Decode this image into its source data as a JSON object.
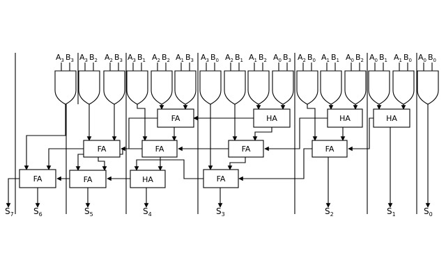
{
  "gates": [
    {
      "a": "A",
      "ai": "3",
      "b": "B",
      "bi": "3"
    },
    {
      "a": "A",
      "ai": "3",
      "b": "B",
      "bi": "2"
    },
    {
      "a": "A",
      "ai": "2",
      "b": "B",
      "bi": "3"
    },
    {
      "a": "A",
      "ai": "3",
      "b": "B",
      "bi": "1"
    },
    {
      "a": "A",
      "ai": "2",
      "b": "B",
      "bi": "2"
    },
    {
      "a": "A",
      "ai": "1",
      "b": "B",
      "bi": "3"
    },
    {
      "a": "A",
      "ai": "3",
      "b": "B",
      "bi": "0"
    },
    {
      "a": "A",
      "ai": "2",
      "b": "B",
      "bi": "1"
    },
    {
      "a": "A",
      "ai": "1",
      "b": "B",
      "bi": "2"
    },
    {
      "a": "A",
      "ai": "0",
      "b": "B",
      "bi": "3"
    },
    {
      "a": "A",
      "ai": "2",
      "b": "B",
      "bi": "0"
    },
    {
      "a": "A",
      "ai": "1",
      "b": "B",
      "bi": "1"
    },
    {
      "a": "A",
      "ai": "0",
      "b": "B",
      "bi": "2"
    },
    {
      "a": "A",
      "ai": "0",
      "b": "B",
      "bi": "1"
    },
    {
      "a": "A",
      "ai": "1",
      "b": "B",
      "bi": "0"
    },
    {
      "a": "A",
      "ai": "0",
      "b": "B",
      "bi": "0"
    }
  ],
  "blocks": {
    "fa_l1_a": "FA",
    "ha_l1_b": "HA",
    "ha_l1_c": "HA",
    "ha_l1_d": "HA",
    "fa_l2_a": "FA",
    "fa_l2_b": "FA",
    "fa_l2_c": "FA",
    "fa_l2_d": "FA",
    "fa_l3_a": "FA",
    "fa_l3_b": "FA",
    "ha_l3_c": "HA",
    "fa_l3_d": "FA"
  },
  "outputs": [
    {
      "n": "S",
      "i": "7"
    },
    {
      "n": "S",
      "i": "6"
    },
    {
      "n": "S",
      "i": "5"
    },
    {
      "n": "S",
      "i": "4"
    },
    {
      "n": "S",
      "i": "3"
    },
    {
      "n": "S",
      "i": "2"
    },
    {
      "n": "S",
      "i": "1"
    },
    {
      "n": "S",
      "i": "0"
    }
  ]
}
